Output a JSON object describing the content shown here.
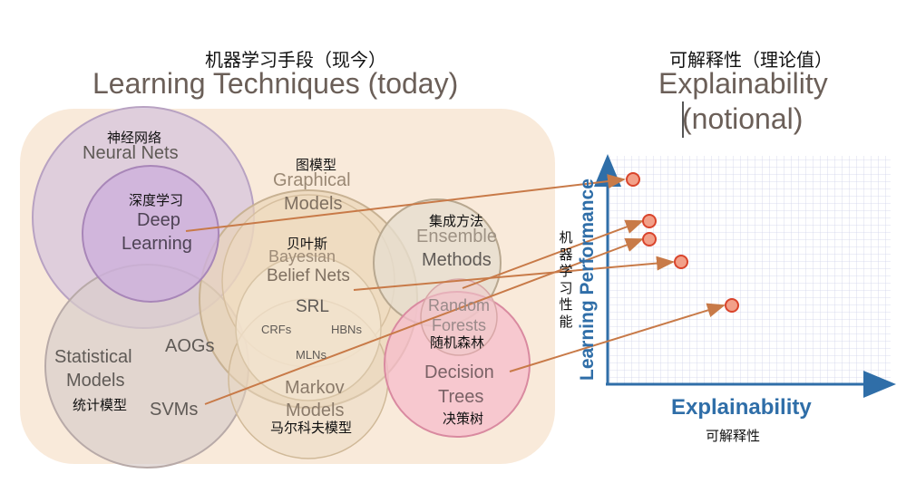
{
  "left_title": {
    "zh": "机器学习手段（现今）",
    "en": "Learning Techniques (today)"
  },
  "right_title": {
    "zh": "可解释性（理论值）",
    "en_line1": "Explainability",
    "en_line2": "(notional)"
  },
  "neural": {
    "zh": "神经网络",
    "en": "Neural Nets"
  },
  "deep": {
    "zh": "深度学习",
    "en_line1": "Deep",
    "en_line2": "Learning"
  },
  "graphical": {
    "zh": "图模型",
    "en_line1": "Graphical",
    "en_line2": "Models"
  },
  "bayesian": {
    "zh": "贝叶斯",
    "en_line1": "Bayesian",
    "en_line2": "Belief Nets"
  },
  "srl": "SRL",
  "crfs": "CRFs",
  "hbns": "HBNs",
  "mlns": "MLNs",
  "ensemble": {
    "zh": "集成方法",
    "en_line1": "Ensemble",
    "en_line2": "Methods"
  },
  "random": {
    "en_line1": "Random",
    "en_line2": "Forests",
    "zh": "随机森林"
  },
  "statistical": {
    "en_line1": "Statistical",
    "en_line2": "Models",
    "zh": "统计模型"
  },
  "aogs": "AOGs",
  "svms": "SVMs",
  "markov": {
    "en_line1": "Markov",
    "en_line2": "Models",
    "zh": "马尔科夫模型"
  },
  "decision": {
    "en_line1": "Decision",
    "en_line2": "Trees",
    "zh": "决策树"
  },
  "axis": {
    "y_en": "Learning Performance",
    "y_zh": [
      "机",
      "器",
      "学",
      "习",
      "性",
      "能"
    ],
    "x_en": "Explainability",
    "x_zh": "可解释性"
  },
  "colors": {
    "background_blob": "#f8e6d4",
    "neural": "#cdb8d6",
    "deep": "#c9a9d9",
    "graphical": "#e8d3b3",
    "ensemble": "#e5dccb",
    "statistical": "#cfc6c6",
    "decision": "#f4b6c4",
    "arrow": "#c87a48",
    "point_fill": "#f2a089",
    "point_stroke": "#d9442b",
    "axis": "#2f6ea8",
    "grid": "#c9cce8"
  }
}
